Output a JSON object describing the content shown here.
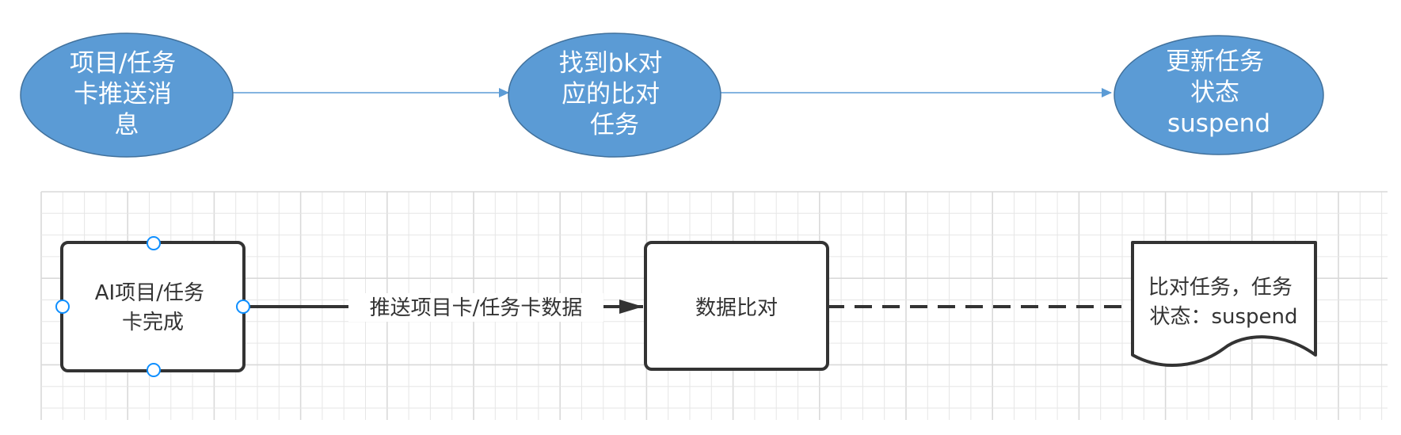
{
  "colors": {
    "ellipse_fill": "#5b9bd5",
    "ellipse_stroke": "#41719c",
    "top_arrow": "#5b9bd5",
    "grid_line": "#e6e6e6",
    "grid_major": "#d9d9d9",
    "box_stroke": "#333333",
    "handle_stroke": "#0f8fff"
  },
  "top_flow": {
    "nodes": [
      {
        "id": "push",
        "lines": [
          "项目/任务",
          "卡推送消",
          "息"
        ]
      },
      {
        "id": "find",
        "lines": [
          "找到bk对",
          "应的比对",
          "任务"
        ]
      },
      {
        "id": "update",
        "lines": [
          "更新任务",
          "状态",
          "suspend"
        ]
      }
    ]
  },
  "canvas_flow": {
    "start_box": {
      "lines": [
        "AI项目/任务",
        "卡完成"
      ]
    },
    "edge_label": "推送项目卡/任务卡数据",
    "process_box": {
      "lines": [
        "数据比对"
      ]
    },
    "document_shape": {
      "lines": [
        "比对任务，任务",
        "状态：suspend"
      ]
    }
  }
}
